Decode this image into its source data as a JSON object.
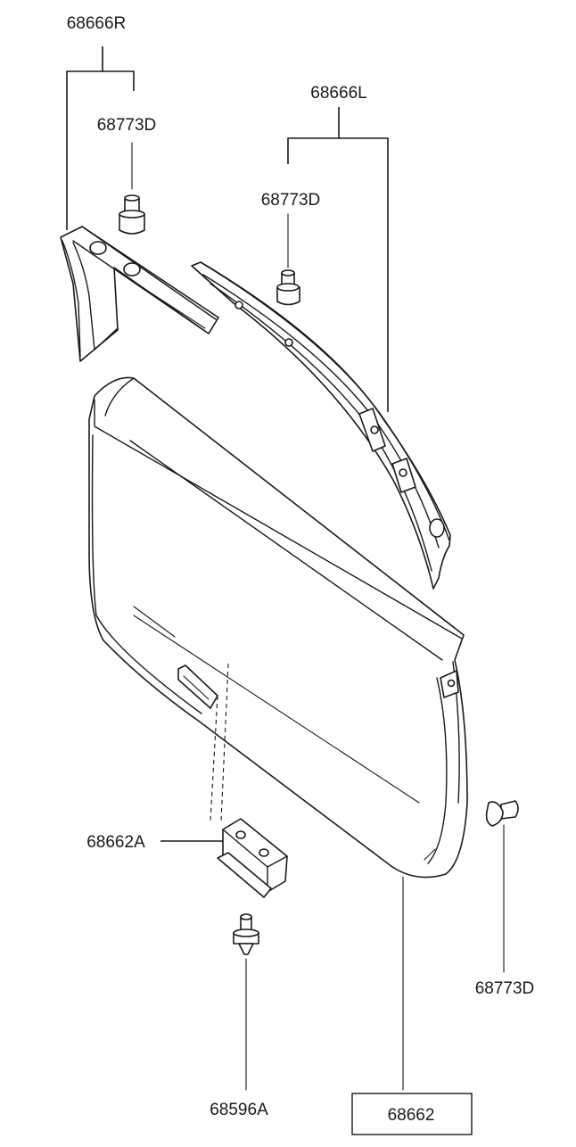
{
  "labels": {
    "trim_right": "68666R",
    "clip_upper_right": "68773D",
    "trim_left": "68666L",
    "clip_upper_left": "68773D",
    "handle": "68662A",
    "clip_lower_right": "68773D",
    "screw": "68596A",
    "panel": "68662"
  }
}
